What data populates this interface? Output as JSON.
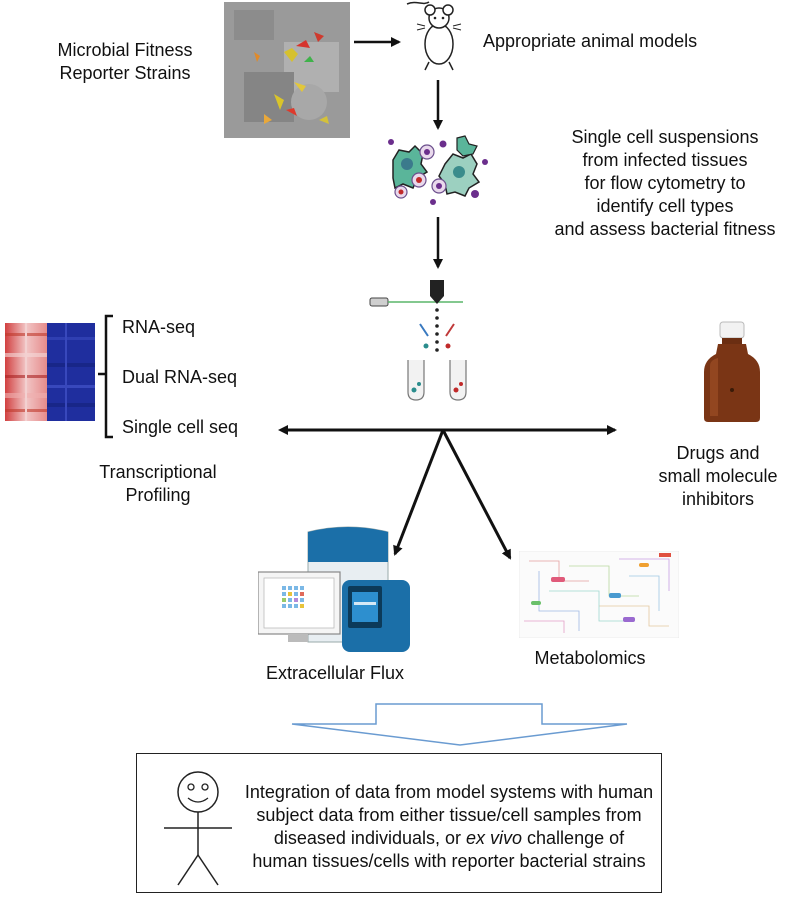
{
  "labels": {
    "reporter_strains": [
      "Microbial Fitness",
      "Reporter Strains"
    ],
    "animal_models": "Appropriate animal models",
    "single_cell": [
      "Single cell suspensions",
      "from infected tissues",
      "for flow cytometry to",
      "identify cell types",
      "and assess bacterial fitness"
    ],
    "seq_items": [
      "RNA-seq",
      "Dual RNA-seq",
      "Single cell seq"
    ],
    "transcriptional": [
      "Transcriptional",
      "Profiling"
    ],
    "drugs": [
      "Drugs and",
      "small molecule",
      "inhibitors"
    ],
    "extracellular_flux": "Extracellular Flux",
    "metabolomics": "Metabolomics"
  },
  "integration": {
    "before_italic": "Integration of data from model systems with human subject data from either tissue/cell samples from diseased individuals, or ",
    "italic": "ex vivo",
    "after_italic": " challenge of human tissues/cells with reporter bacterial strains"
  },
  "colors": {
    "heatmap_high": "#c0392b",
    "heatmap_low": "#1f2e9e",
    "arrow": "#111111",
    "down_arrow_outline": "#6a9bd1",
    "flux_instrument": "#1b6fa8"
  },
  "icons": [
    "microscopy-image",
    "mouse-icon",
    "cells-icon",
    "flow-cytometer-icon",
    "heatmap-icon",
    "bottle-icon",
    "instrument-icon",
    "metabolic-map-icon",
    "stick-figure-icon"
  ]
}
